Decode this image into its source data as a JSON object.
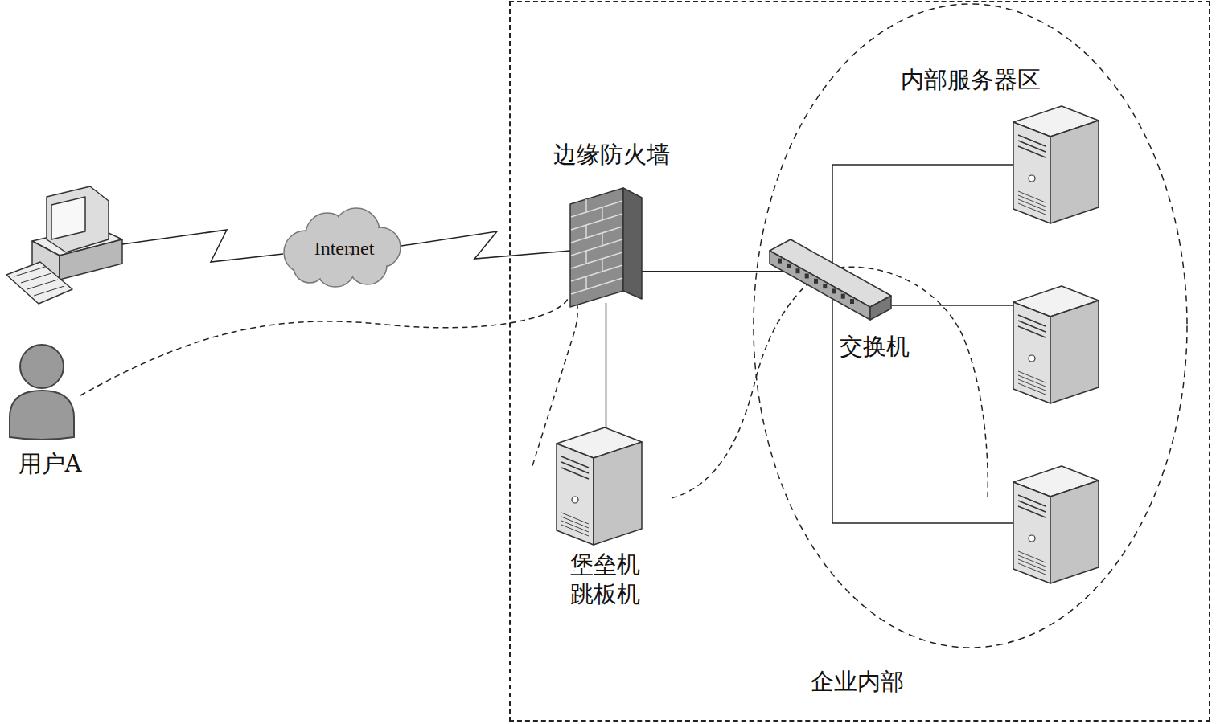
{
  "diagram": {
    "nodes": [
      {
        "text": [
          "Internet"
        ]
      },
      {
        "text": [
          "用户A"
        ]
      },
      {
        "text": [
          "企业内部"
        ]
      },
      {
        "text": [
          "边缘防火墙"
        ],
        "in": 2
      },
      {
        "text": [
          "内部服务器区"
        ],
        "in": 2
      },
      {
        "text": [
          "交换机"
        ],
        "in": 4
      },
      {
        "text": [
          "堡垒机",
          "跳板机"
        ],
        "in": 2
      }
    ],
    "edges": [
      {
        "from": 0,
        "to": 3,
        "arrow": "none"
      },
      {
        "from": 3,
        "to": 5,
        "arrow": "none"
      },
      {
        "from": 3,
        "to": 6,
        "arrow": "none"
      }
    ]
  }
}
